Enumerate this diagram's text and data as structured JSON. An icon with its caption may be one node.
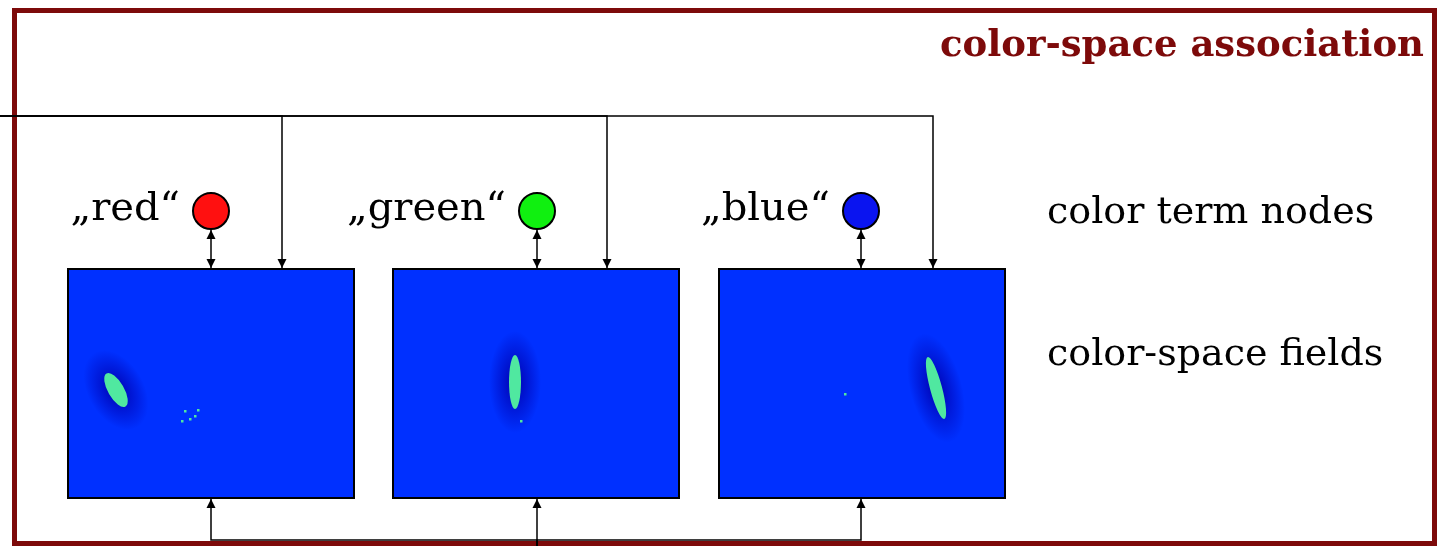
{
  "diagram": {
    "nodes": [
      {
        "text": [
          "color-space association"
        ]
      },
      {
        "text": [],
        "shape": "circle",
        "in": 0,
        "beside": [
          "„red“"
        ]
      },
      {
        "text": [],
        "shape": "circle",
        "in": 0,
        "beside": [
          "„green“"
        ]
      },
      {
        "text": [],
        "shape": "circle",
        "in": 0,
        "beside": [
          "„blue“"
        ]
      },
      {
        "text": [],
        "shape": "picture",
        "in": 0
      },
      {
        "text": [],
        "shape": "picture",
        "in": 0
      },
      {
        "text": [],
        "shape": "picture",
        "in": 0
      }
    ],
    "edges": [
      {
        "from": 1,
        "to": 4,
        "arrow": "both"
      },
      {
        "from": 2,
        "to": 5,
        "arrow": "both"
      },
      {
        "from": 3,
        "to": 6,
        "arrow": "both"
      },
      {
        "from": null,
        "to": 4,
        "arrow": "to"
      },
      {
        "from": null,
        "to": 5,
        "arrow": "to"
      },
      {
        "from": null,
        "to": 6,
        "arrow": "to"
      },
      {
        "from": null,
        "to": 4,
        "arrow": "to"
      },
      {
        "from": null,
        "to": 5,
        "arrow": "to"
      },
      {
        "from": null,
        "to": 6,
        "arrow": "to"
      }
    ],
    "labels": [
      "color term nodes",
      "color-space fields"
    ]
  }
}
